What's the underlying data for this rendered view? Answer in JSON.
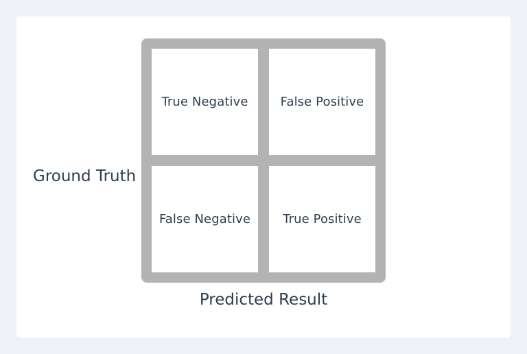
{
  "diagram": {
    "cells": {
      "top_left": "True Negative",
      "top_right": "False Positive",
      "bottom_left": "False Negative",
      "bottom_right": "True Positive"
    },
    "y_axis_label": "Ground Truth",
    "x_axis_label": "Predicted Result"
  },
  "colors": {
    "page_background": "#eef2f6",
    "card_background": "#ffffff",
    "grid_color": "#b3b3b3",
    "text_color": "#2c3e50"
  }
}
